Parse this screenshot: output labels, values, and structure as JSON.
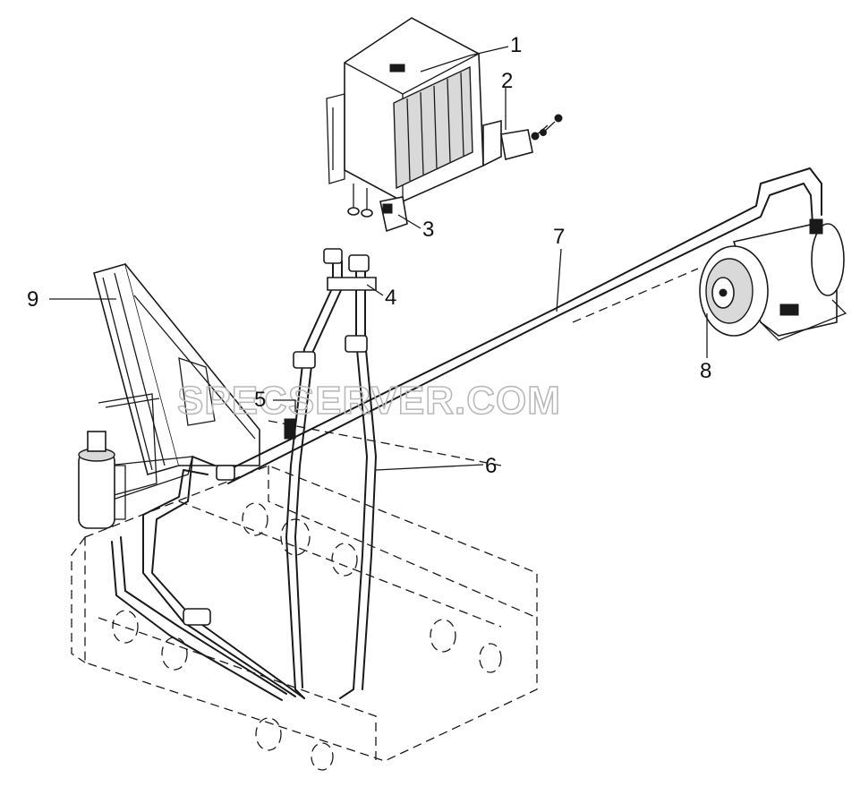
{
  "watermark": "SPECSERVER.COM",
  "callouts": [
    {
      "id": "1",
      "label": "1"
    },
    {
      "id": "2",
      "label": "2"
    },
    {
      "id": "3",
      "label": "3"
    },
    {
      "id": "4",
      "label": "4"
    },
    {
      "id": "5",
      "label": "5"
    },
    {
      "id": "6",
      "label": "6"
    },
    {
      "id": "7",
      "label": "7"
    },
    {
      "id": "8",
      "label": "8"
    },
    {
      "id": "9",
      "label": "9"
    }
  ],
  "colors": {
    "ink": "#1a1a1a",
    "background": "#ffffff",
    "watermark": "#b9b9b9"
  }
}
